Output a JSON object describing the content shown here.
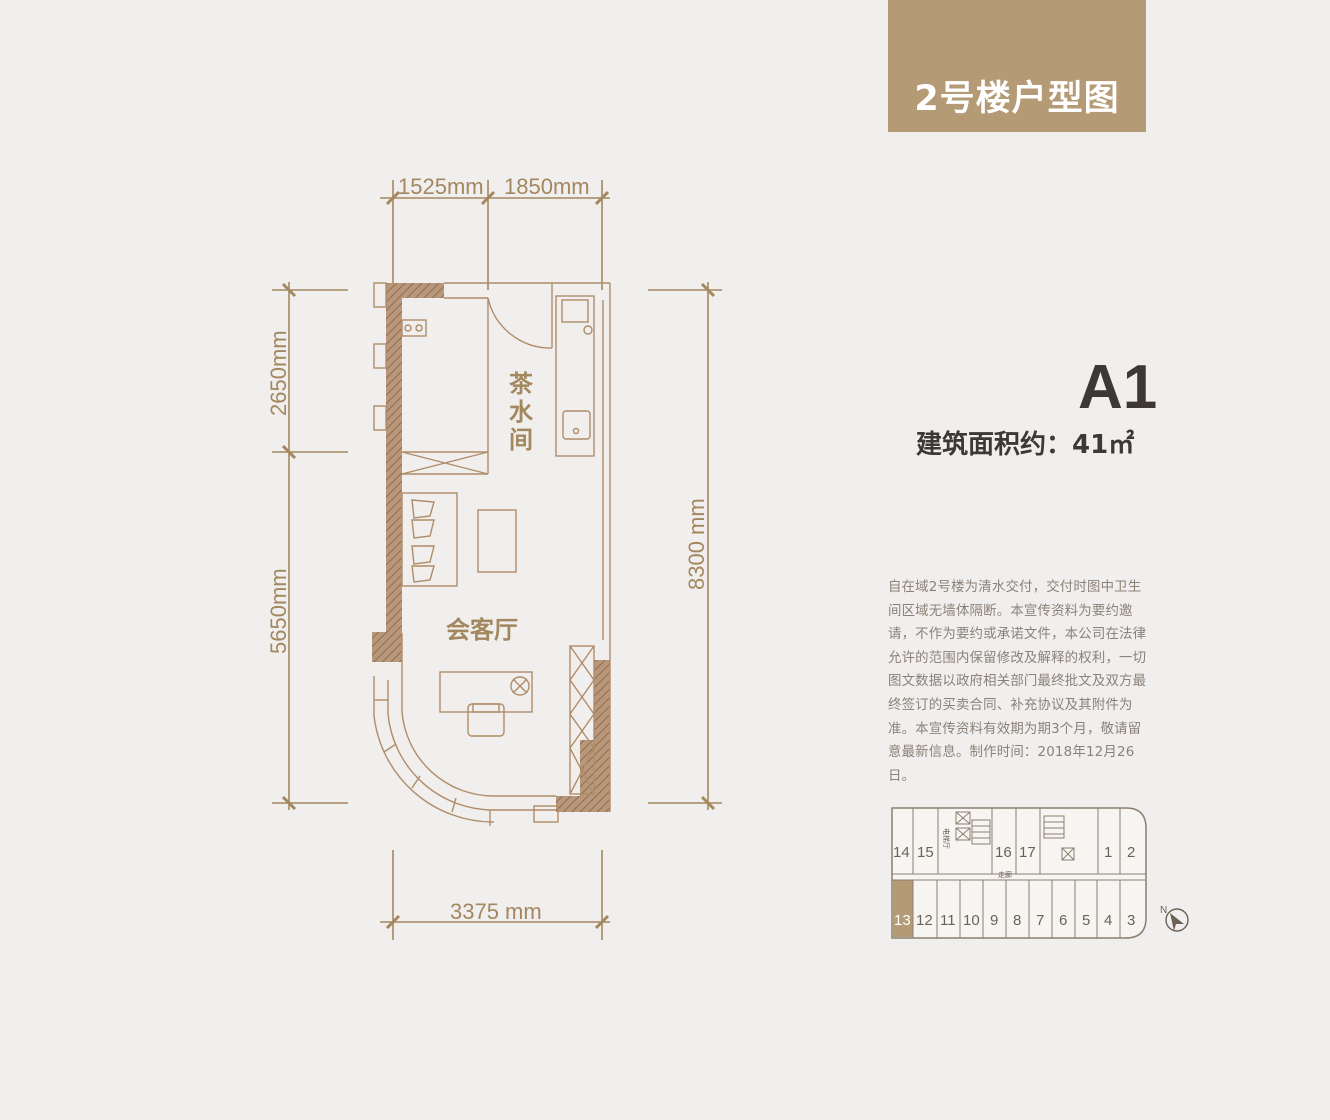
{
  "header": {
    "title": "2号楼户型图"
  },
  "unit": {
    "code": "A1",
    "area_label": "建筑面积约：",
    "area_value": "41㎡"
  },
  "disclaimer": "自在域2号楼为清水交付，交付时图中卫生间区域无墙体隔断。本宣传资料为要约邀请，不作为要约或承诺文件，本公司在法律允许的范围内保留修改及解释的权利，一切图文数据以政府相关部门最终批文及双方最终签订的买卖合同、补充协议及其附件为准。本宣传资料有效期为期3个月，敬请留意最新信息。制作时间：2018年12月26日。",
  "floorplan": {
    "rooms": {
      "tea_room": "茶水间",
      "reception": "会客厅"
    },
    "dimensions": {
      "top_left": "1525mm",
      "top_right": "1850mm",
      "bottom": "3375 mm",
      "left_upper": "2650mm",
      "left_lower": "5650mm",
      "right": "8300 mm"
    }
  },
  "keyplan": {
    "top_units": [
      "14",
      "15",
      "16",
      "17",
      "1",
      "2"
    ],
    "bottom_units": [
      "13",
      "12",
      "11",
      "10",
      "9",
      "8",
      "7",
      "6",
      "5",
      "4",
      "3"
    ],
    "highlighted_unit": "13",
    "labels": {
      "stair": "电梯厅",
      "corridor": "走廊"
    },
    "compass": "N"
  },
  "colors": {
    "accent": "#b49a75",
    "line": "#a3875f",
    "wall": "#b08c68",
    "background": "#f0efee"
  }
}
